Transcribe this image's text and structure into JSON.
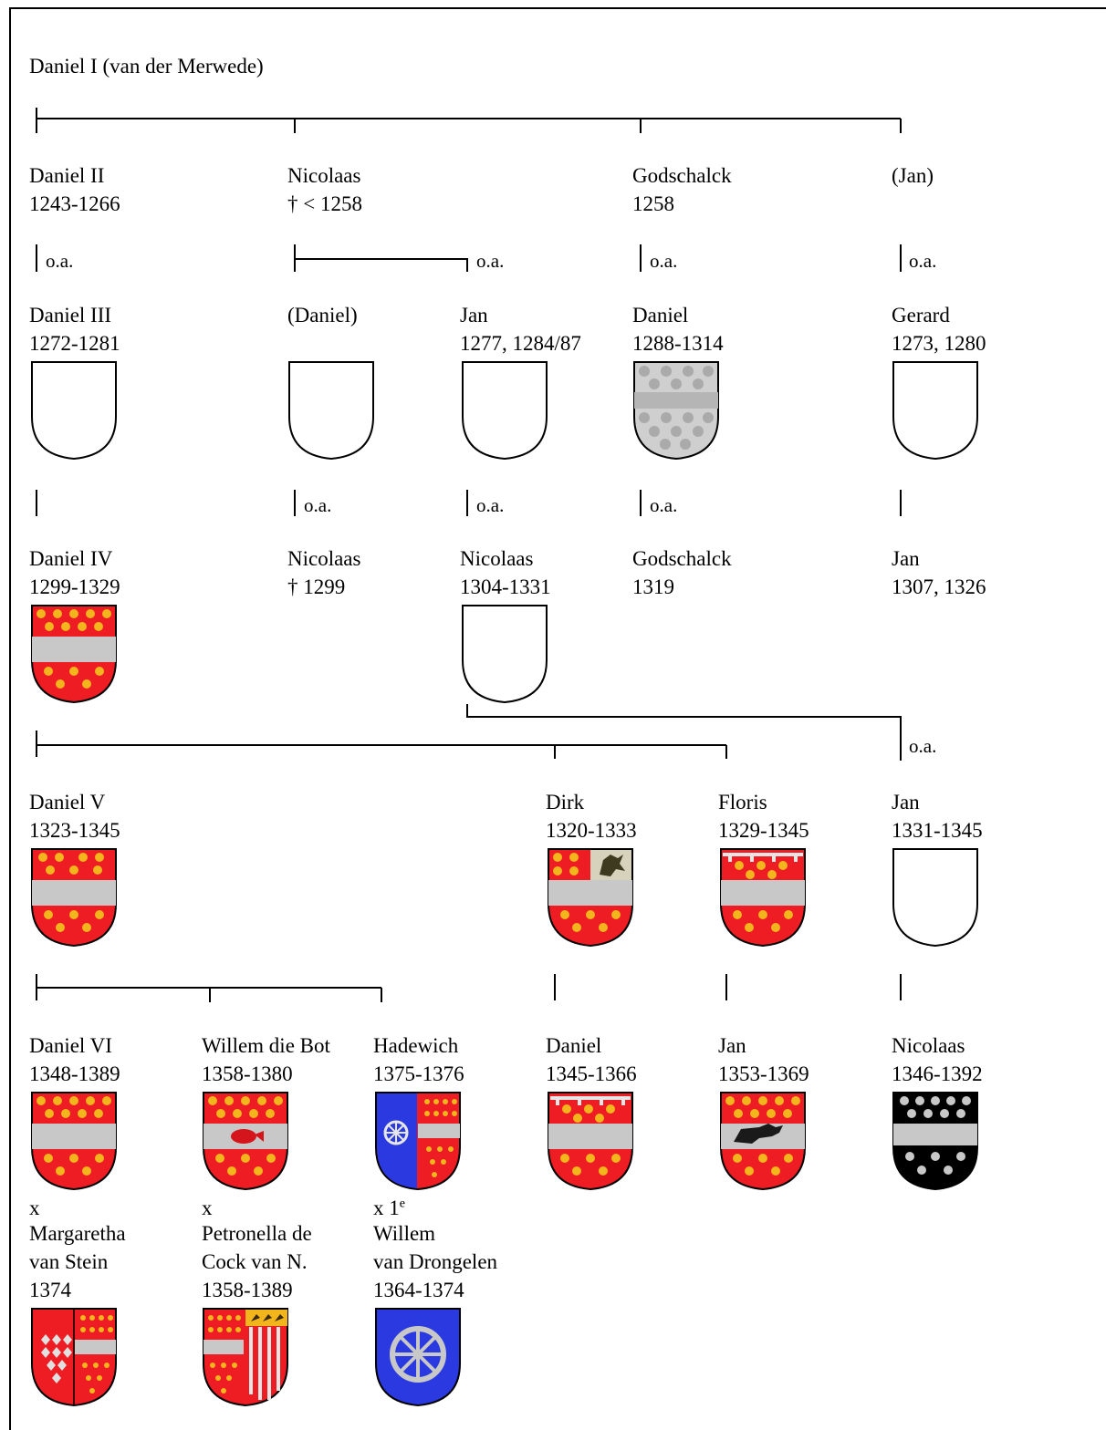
{
  "root": {
    "name": "Daniel I (van der Merwede)"
  },
  "people": {
    "daniel2": {
      "name": "Daniel II",
      "dates": "1243-1266"
    },
    "nicolaas1": {
      "name": "Nicolaas",
      "dates": "† < 1258"
    },
    "godschalck1": {
      "name": "Godschalck",
      "dates": "1258"
    },
    "jan1": {
      "name": "(Jan)",
      "dates": ""
    },
    "daniel3": {
      "name": "Daniel III",
      "dates": "1272-1281"
    },
    "daniel_b": {
      "name": "(Daniel)",
      "dates": ""
    },
    "jan2": {
      "name": "Jan",
      "dates": "1277, 1284/87"
    },
    "daniel_g": {
      "name": "Daniel",
      "dates": "1288-1314"
    },
    "gerard": {
      "name": "Gerard",
      "dates": "1273, 1280"
    },
    "daniel4": {
      "name": "Daniel IV",
      "dates": "1299-1329"
    },
    "nicolaas2": {
      "name": "Nicolaas",
      "dates": "† 1299"
    },
    "nicolaas3": {
      "name": "Nicolaas",
      "dates": "1304-1331"
    },
    "godschalck2": {
      "name": "Godschalck",
      "dates": "1319"
    },
    "jan3": {
      "name": "Jan",
      "dates": "1307, 1326"
    },
    "daniel5": {
      "name": "Daniel V",
      "dates": "1323-1345"
    },
    "dirk": {
      "name": "Dirk",
      "dates": "1320-1333"
    },
    "floris": {
      "name": "Floris",
      "dates": "1329-1345"
    },
    "jan4": {
      "name": "Jan",
      "dates": "1331-1345"
    },
    "daniel6": {
      "name": "Daniel VI",
      "dates": "1348-1389"
    },
    "willem": {
      "name": "Willem die Bot",
      "dates": "1358-1380"
    },
    "hadewich": {
      "name": "Hadewich",
      "dates": "1375-1376"
    },
    "daniel_d": {
      "name": "Daniel",
      "dates": "1345-1366"
    },
    "jan5": {
      "name": "Jan",
      "dates": "1353-1369"
    },
    "nicolaas4": {
      "name": "Nicolaas",
      "dates": "1346-1392"
    }
  },
  "spouses": {
    "margaretha": {
      "prefix": "x",
      "lines": [
        "Margaretha",
        "van Stein",
        "1374"
      ]
    },
    "petronella": {
      "prefix": "x",
      "lines": [
        "Petronella de",
        "Cock van N.",
        "1358-1389"
      ]
    },
    "drongelen": {
      "prefix": "x 1",
      "prefix_sup": "e",
      "lines": [
        "Willem",
        "van Drongelen",
        "1364-1374"
      ]
    }
  },
  "labels": {
    "oa": "o.a."
  },
  "colors": {
    "red": "#ee1c23",
    "gold": "#f2b51c",
    "silver": "#c8c8c8",
    "blue": "#2a3ae0",
    "black": "#000000",
    "grey_field": "#c9c9c9"
  }
}
